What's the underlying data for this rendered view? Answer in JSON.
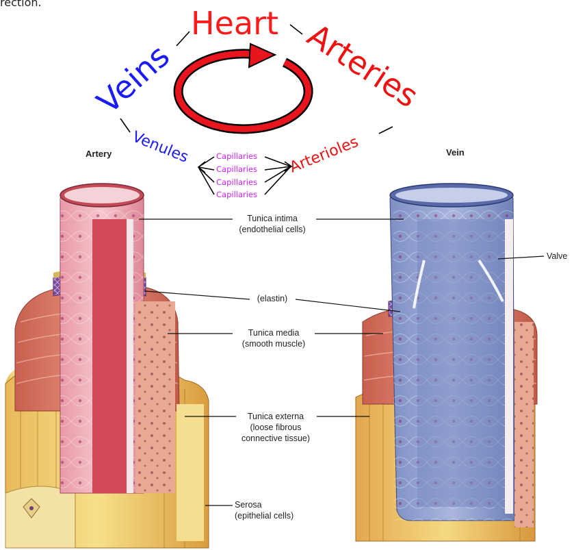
{
  "caption_fragment": "rection.",
  "cycle": {
    "heart": "Heart",
    "arteries": "Arteries",
    "arterioles": "Arterioles",
    "capillaries": [
      "Capillaries",
      "Capillaries",
      "Capillaries",
      "Capillaries"
    ],
    "venules": "Venules",
    "veins": "Veins",
    "colors": {
      "heart": "#ff1a1a",
      "arteries": "#ee1111",
      "veins": "#1a1aff",
      "capillaries": "#cc22ee",
      "arrow": "#e8141e"
    }
  },
  "vessels": {
    "artery_title": "Artery",
    "vein_title": "Vein"
  },
  "labels": {
    "tunica_intima": [
      "Tunica intima",
      "(endothelial cells)"
    ],
    "elastin": "(elastin)",
    "tunica_media": [
      "Tunica media",
      "(smooth muscle)"
    ],
    "tunica_externa": [
      "Tunica externa",
      "(loose fibrous",
      "connective tissue)"
    ],
    "serosa": [
      "Serosa",
      "(epithelial cells)"
    ],
    "valve": "Valve"
  }
}
